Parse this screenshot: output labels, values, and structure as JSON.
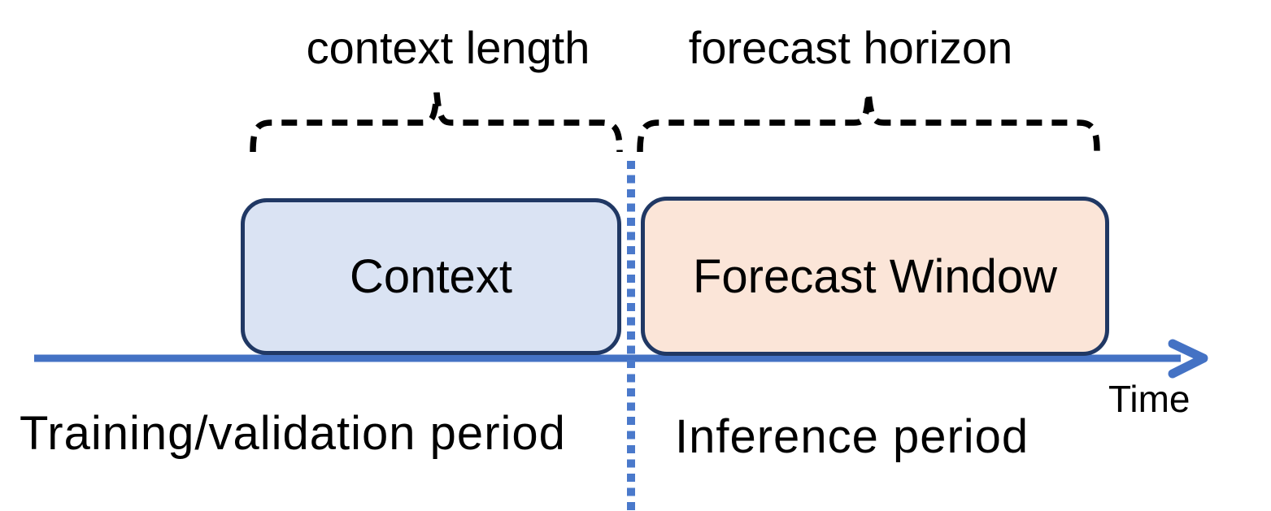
{
  "diagram": {
    "annotations": {
      "context_length": "context length",
      "forecast_horizon": "forecast horizon"
    },
    "boxes": {
      "context": "Context",
      "forecast": "Forecast Window"
    },
    "timeline": {
      "axis_label": "Time",
      "left_period": "Training/validation period",
      "right_period": "Inference period"
    },
    "colors": {
      "context_fill": "#dae3f3",
      "forecast_fill": "#fbe5d8",
      "box_border": "#203864",
      "axis_blue": "#4472c4",
      "divider_blue": "#4a79cb",
      "ink": "#000000"
    }
  }
}
